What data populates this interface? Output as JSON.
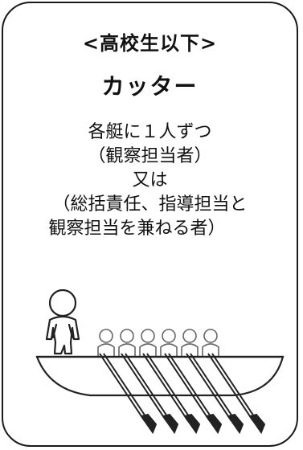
{
  "card": {
    "header": "<高校生以下>",
    "boat_type": "カッター",
    "lines": [
      "各艇に１人ずつ",
      "（観察担当者）",
      "又は",
      "（総括責任、指導担当と",
      "観察担当を兼ねる者）"
    ]
  },
  "illustration": {
    "name": "cutter-boat-with-rowers-and-observer",
    "rower_count": 6,
    "oar_count": 6
  }
}
